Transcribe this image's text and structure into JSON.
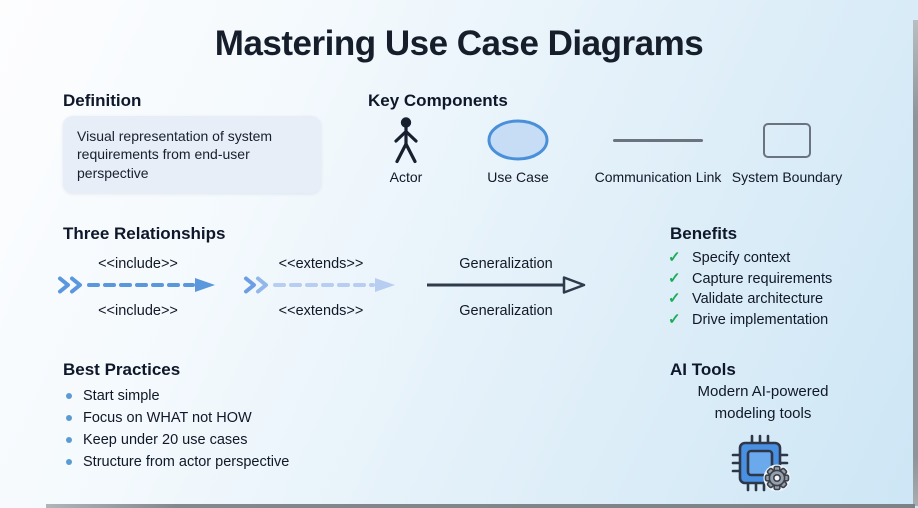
{
  "title": "Mastering Use Case Diagrams",
  "definition": {
    "heading": "Definition",
    "text": "Visual representation of system requirements from end-user perspective"
  },
  "key_components": {
    "heading": "Key Components",
    "items": [
      {
        "label": "Actor",
        "icon": "actor-icon"
      },
      {
        "label": "Use Case",
        "icon": "use-case-icon"
      },
      {
        "label": "Communication Link",
        "icon": "communication-link-icon"
      },
      {
        "label": "System Boundary",
        "icon": "system-boundary-icon"
      }
    ]
  },
  "relationships": {
    "heading": "Three Relationships",
    "items": [
      {
        "top_label": "<<include>>",
        "bottom_label": "<<include>>",
        "style": "dashed-blue"
      },
      {
        "top_label": "<<extends>>",
        "bottom_label": "<<extends>>",
        "style": "dashed-light-blue"
      },
      {
        "top_label": "Generalization",
        "bottom_label": "Generalization",
        "style": "solid-dark-open-head"
      }
    ]
  },
  "benefits": {
    "heading": "Benefits",
    "check_color": "#1cad58",
    "items": [
      "Specify context",
      "Capture requirements",
      "Validate architecture",
      "Drive implementation"
    ]
  },
  "best_practices": {
    "heading": "Best Practices",
    "bullet_color": "#5b9bd5",
    "items": [
      "Start simple",
      "Focus on WHAT not HOW",
      "Keep under 20 use cases",
      "Structure from actor perspective"
    ]
  },
  "ai_tools": {
    "heading": "AI Tools",
    "line1": "Modern AI-powered",
    "line2": "modeling tools",
    "icon": "chip-gear-icon"
  },
  "colors": {
    "include_arrow": "#5b97dd",
    "extends_arrow": "#b7cdf1",
    "generalization_arrow": "#2f3b4c",
    "use_case_fill": "#c7dcf5",
    "use_case_stroke": "#4a90d9",
    "neutral_gray": "#6b7280",
    "definition_box_bg": "#e8eef8",
    "chip_blue": "#4a90e2"
  }
}
